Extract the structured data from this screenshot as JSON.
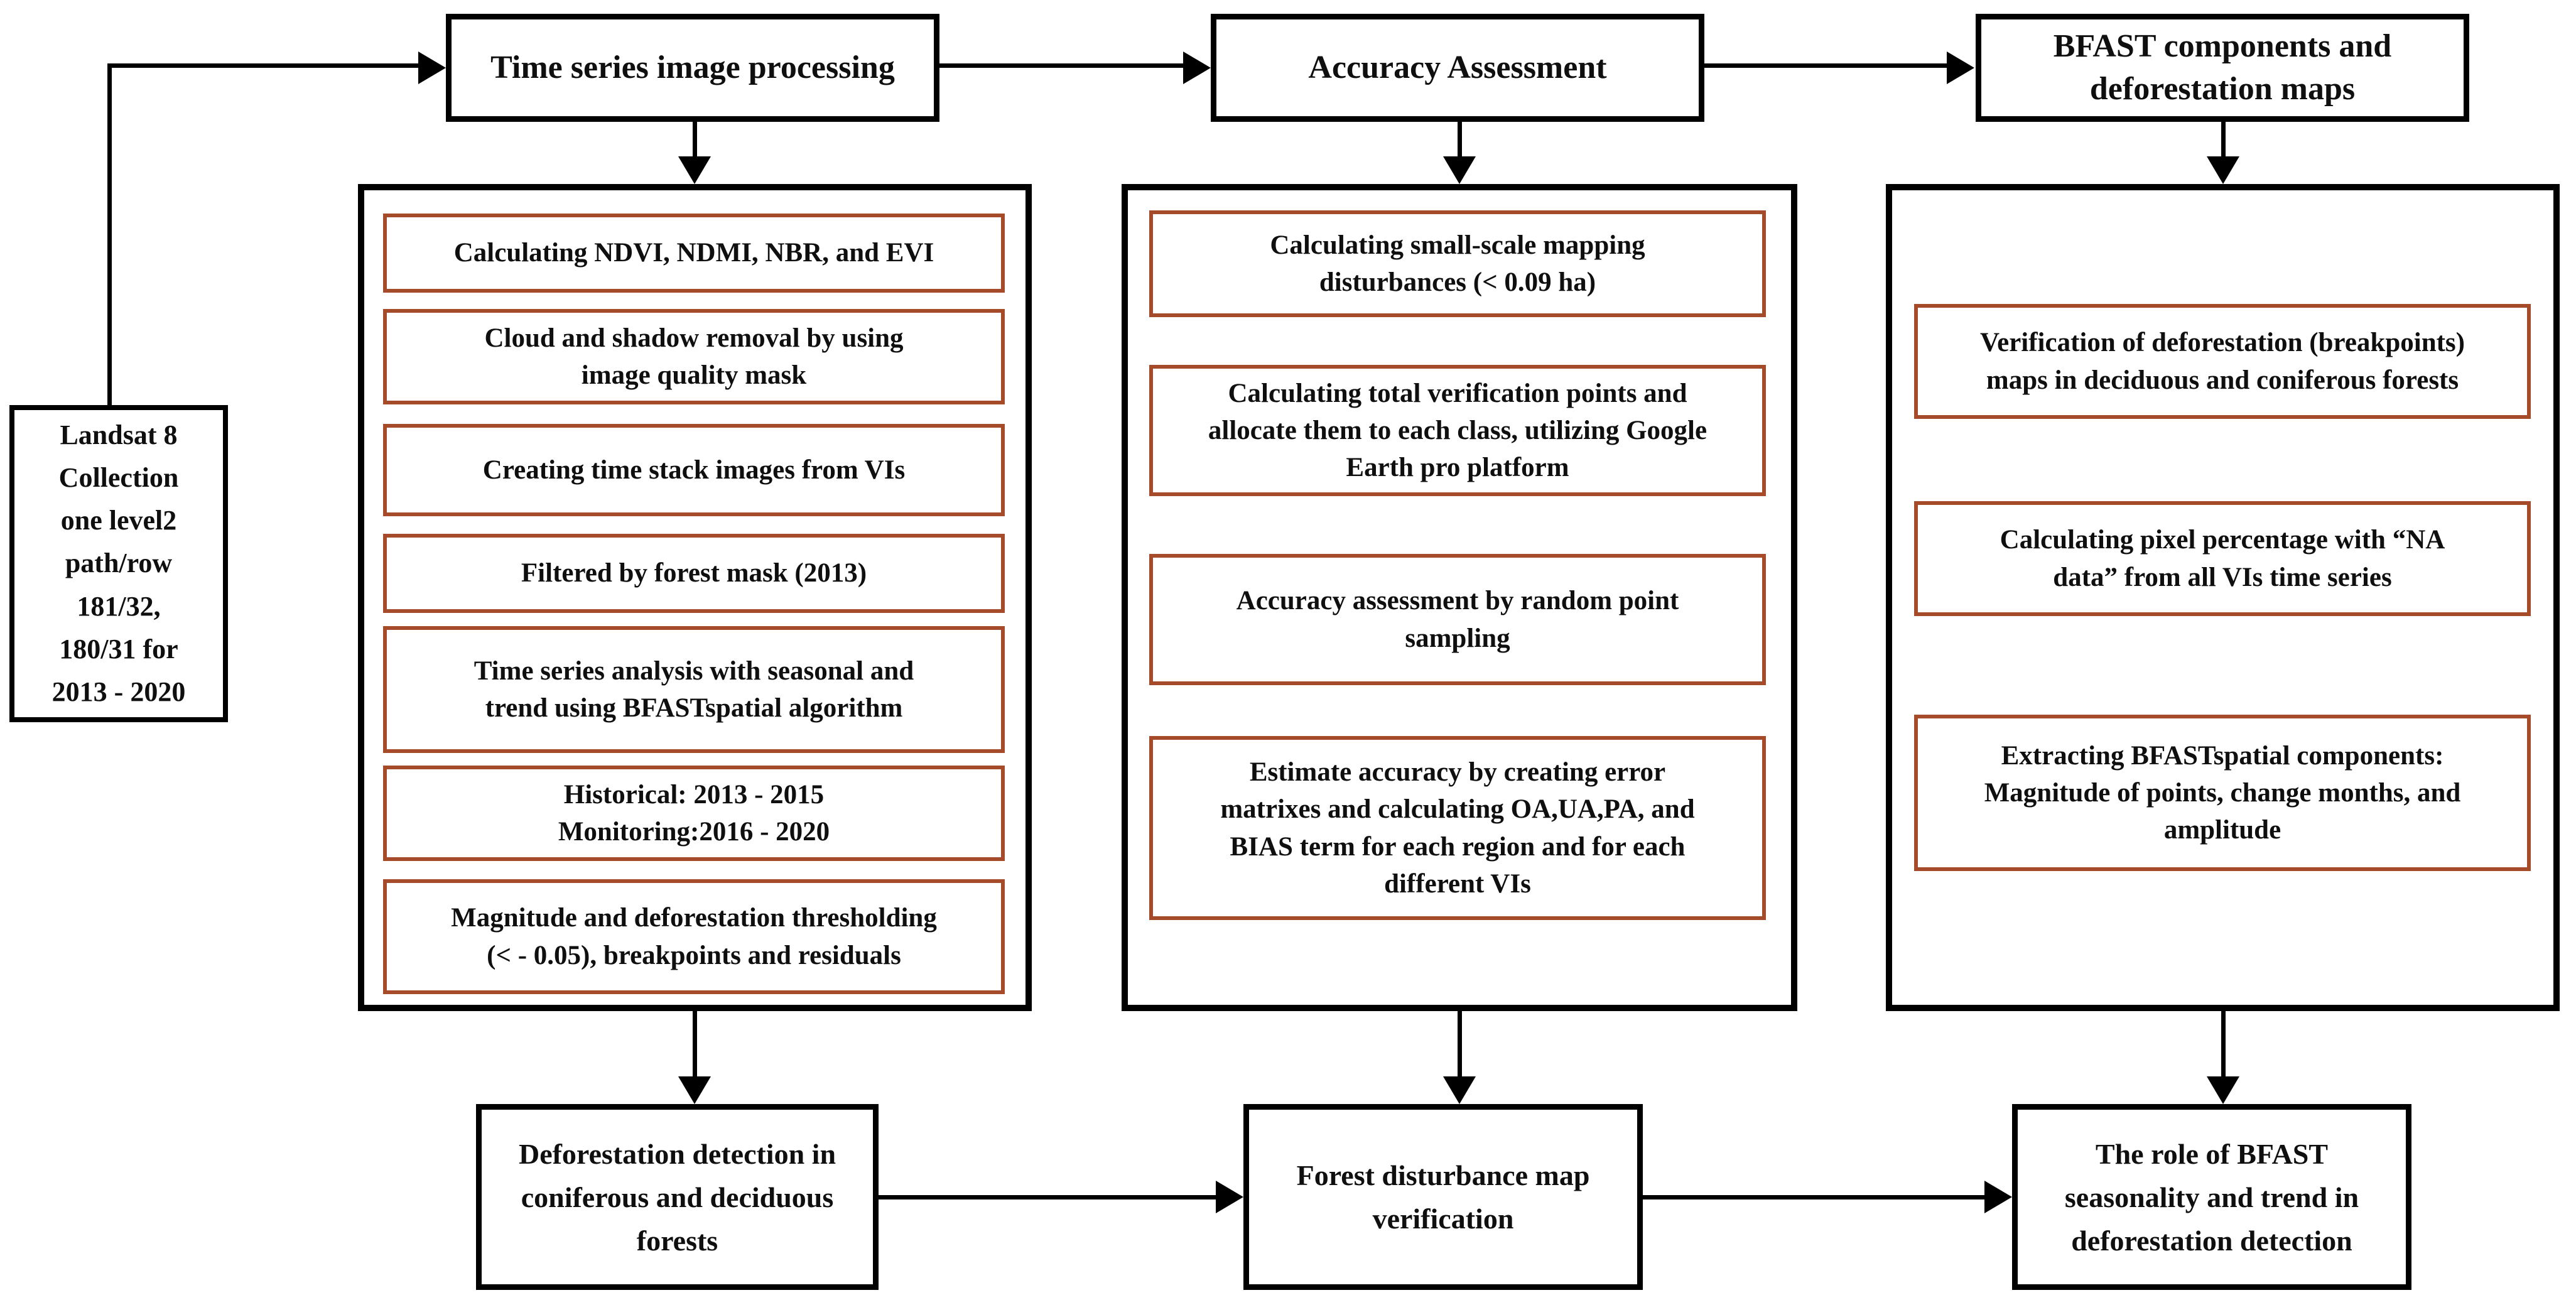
{
  "colors": {
    "background": "#ffffff",
    "text": "#0f0f0f",
    "connector_line": "#000000",
    "outer_box_border": "#000000",
    "step_box_border": "#a64b2a"
  },
  "source": {
    "label": "Landsat 8\nCollection\none level2\npath/row\n181/32,\n180/31 for\n2013 - 2020"
  },
  "headers": [
    {
      "label": "Time series image processing"
    },
    {
      "label": "Accuracy Assessment"
    },
    {
      "label": "BFAST components and\ndeforestation maps"
    }
  ],
  "columns": [
    {
      "name": "Time series image processing steps",
      "boxes": [
        "Calculating NDVI, NDMI, NBR, and EVI",
        "Cloud and shadow removal by using\nimage quality mask",
        "Creating time stack images from VIs",
        "Filtered by forest mask (2013)",
        "Time series analysis with seasonal and\ntrend using BFASTspatial algorithm",
        "Historical: 2013 - 2015\nMonitoring:2016 - 2020",
        "Magnitude and deforestation thresholding\n(< - 0.05), breakpoints and residuals"
      ]
    },
    {
      "name": "Accuracy assessment steps",
      "boxes": [
        "Calculating small-scale mapping\ndisturbances (< 0.09 ha)",
        "Calculating total verification points and\nallocate them to each class, utilizing Google\nEarth pro platform",
        "Accuracy assessment by random point\nsampling",
        "Estimate accuracy by creating error\nmatrixes and calculating OA,UA,PA, and\nBIAS term for each region and for each\ndifferent VIs"
      ]
    },
    {
      "name": "BFAST components steps",
      "boxes": [
        "Verification of deforestation (breakpoints)\nmaps in deciduous and coniferous forests",
        "Calculating pixel percentage with “NA\ndata” from all VIs time series",
        "Extracting BFASTspatial components:\nMagnitude of points, change months, and\namplitude"
      ]
    }
  ],
  "outputs": [
    {
      "label": "Deforestation detection in\nconiferous and deciduous\nforests"
    },
    {
      "label": "Forest disturbance map\nverification"
    },
    {
      "label": "The role of BFAST\nseasonality and trend in\ndeforestation detection"
    }
  ]
}
